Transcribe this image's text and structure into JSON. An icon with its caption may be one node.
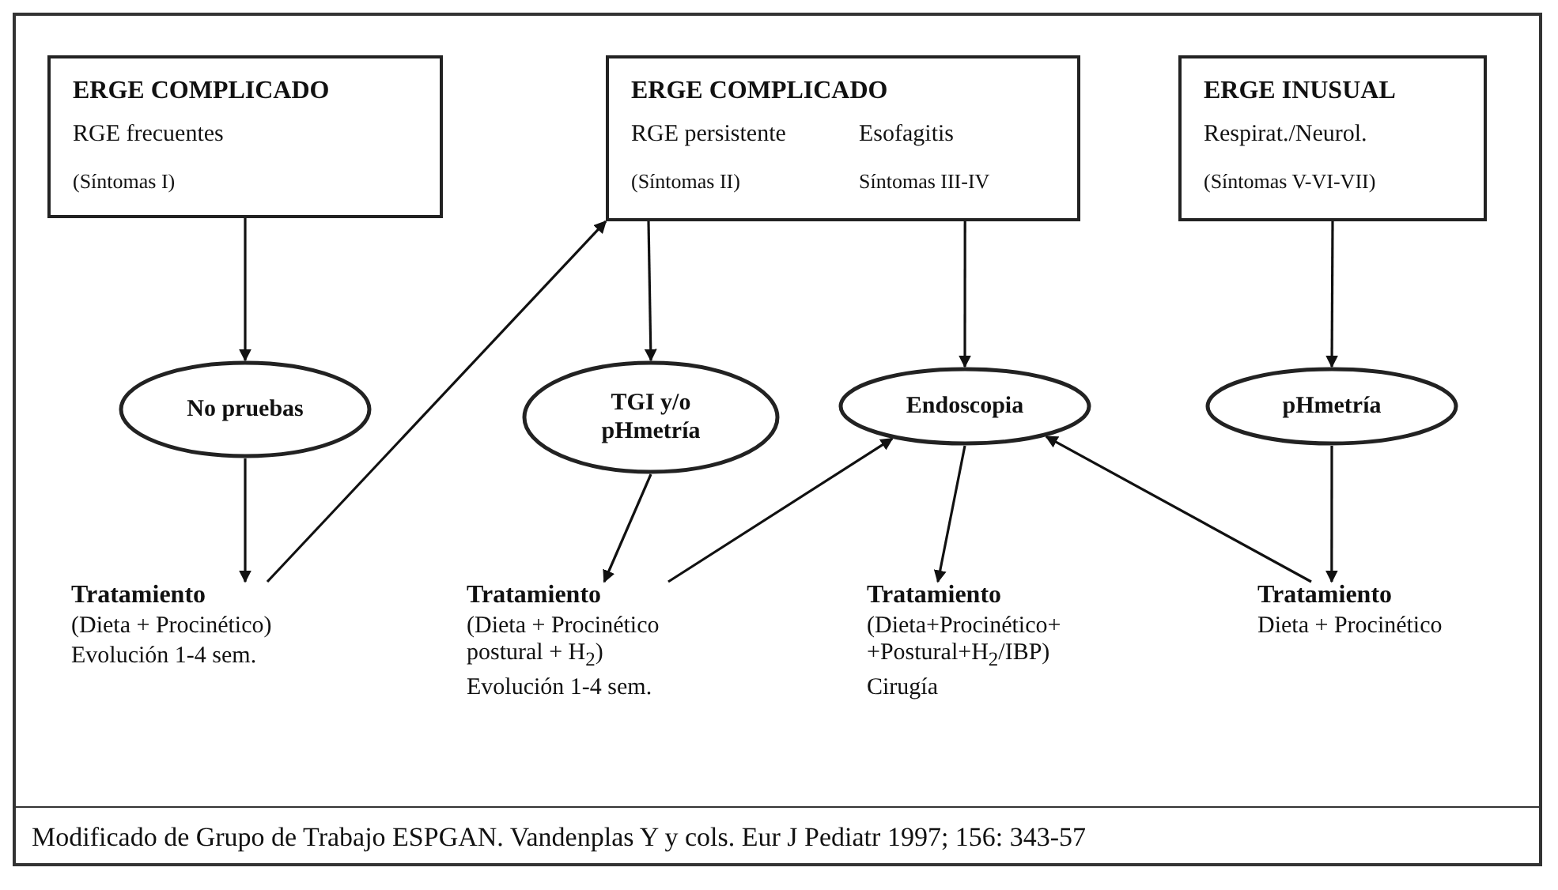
{
  "diagram": {
    "caption": "Modificado de Grupo de Trabajo ESPGAN. Vandenplas Y y cols. Eur J Pediatr 1997; 156: 343-57",
    "nodes": [
      {
        "text": [
          "ERGE COMPLICADO",
          "RGE frecuentes",
          "(Síntomas I)"
        ]
      },
      {
        "text": [
          "ERGE COMPLICADO",
          "RGE persistente",
          "(Síntomas II)",
          "Esofagitis",
          "Síntomas III-IV"
        ]
      },
      {
        "text": [
          "ERGE INUSUAL",
          "Respirat./Neurol.",
          "(Síntomas V-VI-VII)"
        ]
      },
      {
        "text": [
          "No pruebas"
        ]
      },
      {
        "text": [
          "TGI y/o pHmetría"
        ]
      },
      {
        "text": [
          "Endoscopia"
        ]
      },
      {
        "text": [
          "pHmetría"
        ]
      },
      {
        "text": [
          "Tratamiento",
          "(Dieta + Procinético)",
          "Evolución 1-4 sem."
        ]
      },
      {
        "text": [
          "Tratamiento",
          "(Dieta + Procinético postural + H$_{2}$)",
          "Evolución 1-4 sem."
        ]
      },
      {
        "text": [
          "Tratamiento",
          "(Dieta+Procinético+ +Postural+H$_{2}$/IBP)",
          "Cirugía"
        ]
      },
      {
        "text": [
          "Tratamiento",
          "Dieta + Procinético"
        ]
      }
    ],
    "edges": [
      {
        "from": 0,
        "to": 3,
        "arrow": "to"
      },
      {
        "from": 3,
        "to": 7,
        "arrow": "to"
      },
      {
        "from": 7,
        "to": 1,
        "arrow": "to"
      },
      {
        "from": 1,
        "to": 4,
        "arrow": "to"
      },
      {
        "from": 1,
        "to": 5,
        "arrow": "to"
      },
      {
        "from": 2,
        "to": 6,
        "arrow": "to"
      },
      {
        "from": 4,
        "to": 8,
        "arrow": "to"
      },
      {
        "from": 5,
        "to": 9,
        "arrow": "to"
      },
      {
        "from": 6,
        "to": 10,
        "arrow": "to"
      },
      {
        "from": 8,
        "to": 5,
        "arrow": "to"
      },
      {
        "from": 10,
        "to": 5,
        "arrow": "to"
      }
    ]
  }
}
